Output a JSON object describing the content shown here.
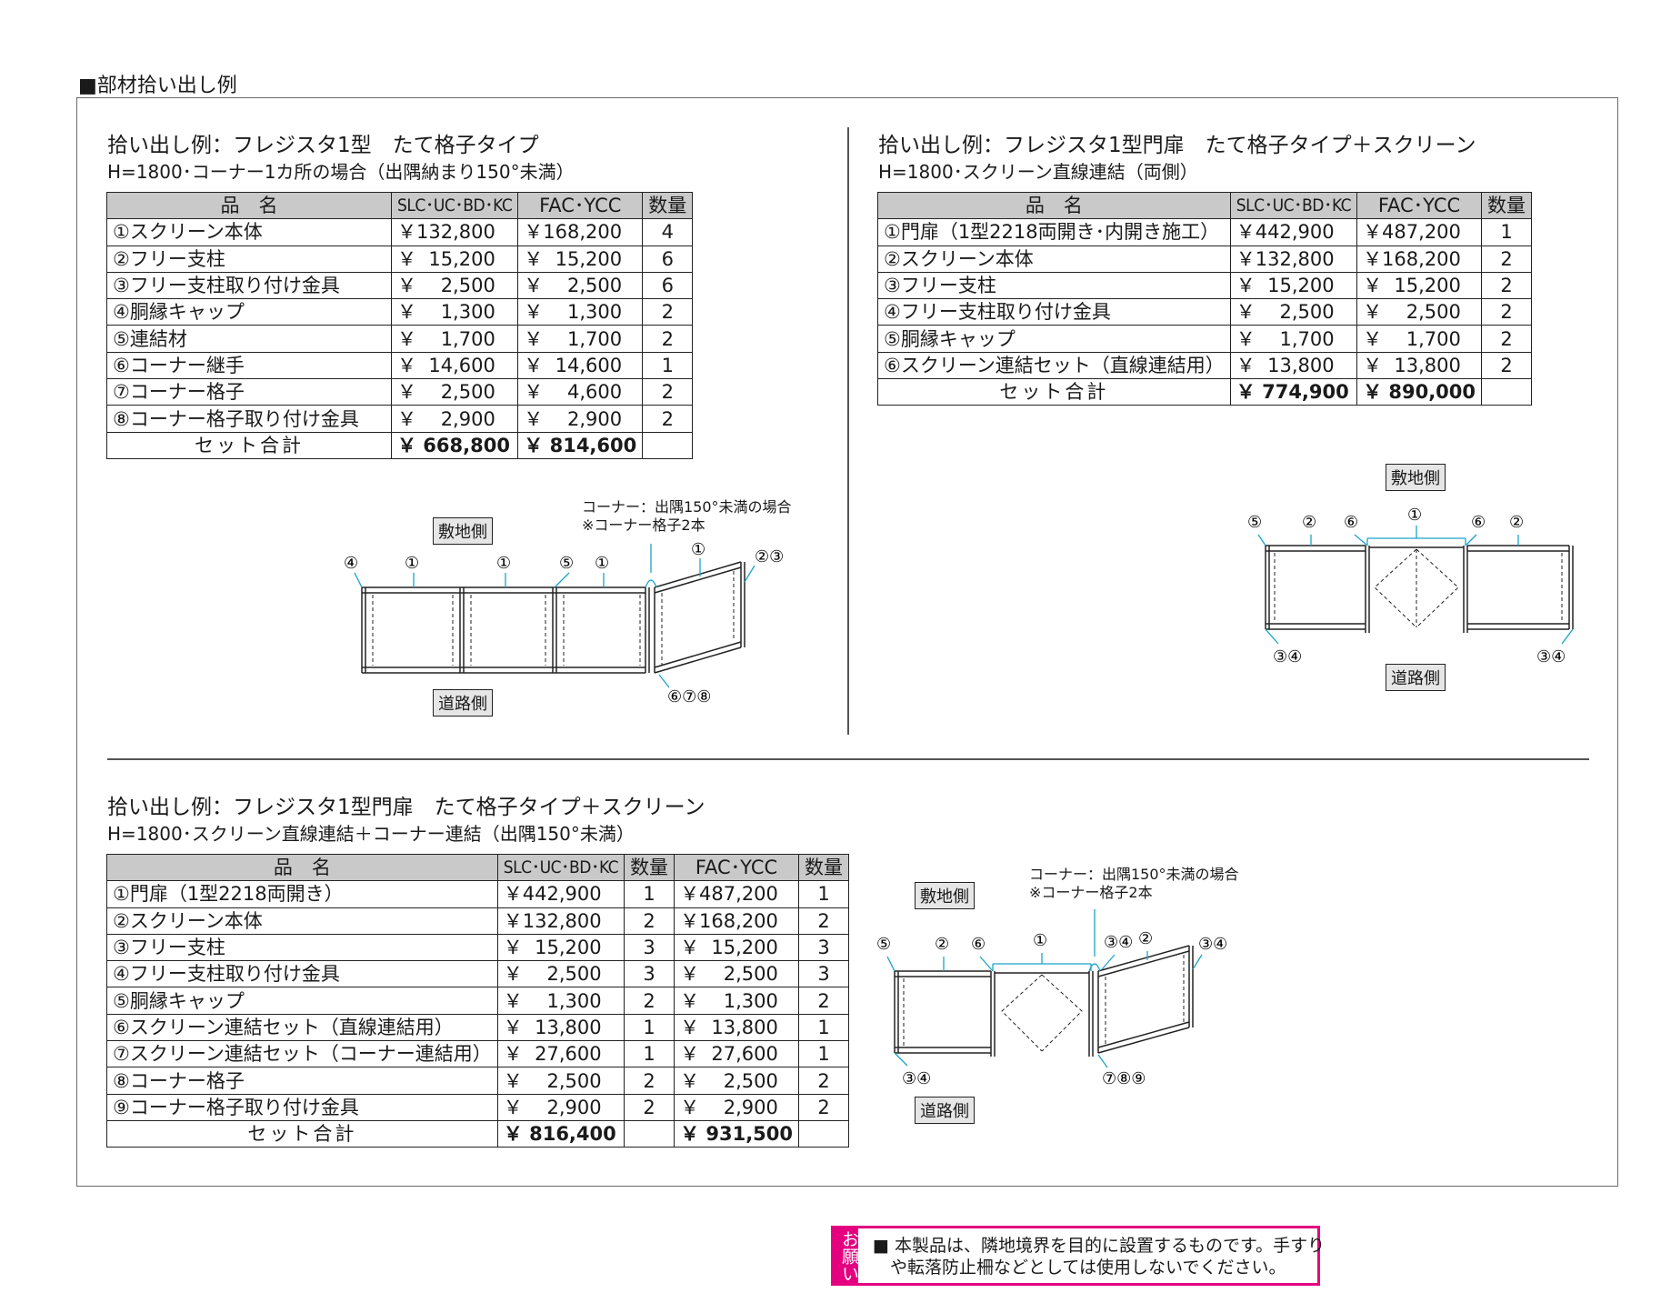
{
  "section_title": "■部材拾い出し例",
  "ex1": {
    "title": "拾い出し例：フレジスタ1型　たて格子タイプ",
    "subtitle": "H=1800･コーナー1カ所の場合（出隅納まり150°未満）",
    "headers": [
      "品　名",
      "SLC･UC･BD･KC",
      "FAC･YCC",
      "数量"
    ],
    "rows": [
      [
        "①スクリーン本体",
        "￥132,800",
        "￥168,200",
        "4"
      ],
      [
        "②フリー支柱",
        "￥  15,200",
        "￥  15,200",
        "6"
      ],
      [
        "③フリー支柱取り付け金具",
        "￥    2,500",
        "￥    2,500",
        "6"
      ],
      [
        "④胴縁キャップ",
        "￥    1,300",
        "￥    1,300",
        "2"
      ],
      [
        "⑤連結材",
        "￥    1,700",
        "￥    1,700",
        "2"
      ],
      [
        "⑥コーナー継手",
        "￥  14,600",
        "￥  14,600",
        "1"
      ],
      [
        "⑦コーナー格子",
        "￥    2,500",
        "￥    4,600",
        "2"
      ],
      [
        "⑧コーナー格子取り付け金具",
        "￥    2,900",
        "￥    2,900",
        "2"
      ]
    ],
    "total_label": "セット合計",
    "total_slc": "￥ 668,800",
    "total_fac": "￥ 814,600",
    "diagram": {
      "site_label": "敷地側",
      "road_label": "道路側",
      "note_line1": "コーナー：出隅150°未満の場合",
      "note_line2": "※コーナー格子2本",
      "callouts": [
        "④",
        "①",
        "①",
        "⑤",
        "①",
        "①",
        "②③",
        "⑥⑦⑧"
      ]
    }
  },
  "ex2": {
    "title": "拾い出し例：フレジスタ1型門扉　たて格子タイプ＋スクリーン",
    "subtitle": "H=1800･スクリーン直線連結（両側）",
    "headers": [
      "品　名",
      "SLC･UC･BD･KC",
      "FAC･YCC",
      "数量"
    ],
    "rows": [
      [
        "①門扉（1型2218両開き･内開き施工）",
        "￥442,900",
        "￥487,200",
        "1"
      ],
      [
        "②スクリーン本体",
        "￥132,800",
        "￥168,200",
        "2"
      ],
      [
        "③フリー支柱",
        "￥  15,200",
        "￥  15,200",
        "2"
      ],
      [
        "④フリー支柱取り付け金具",
        "￥    2,500",
        "￥    2,500",
        "2"
      ],
      [
        "⑤胴縁キャップ",
        "￥    1,700",
        "￥    1,700",
        "2"
      ],
      [
        "⑥スクリーン連結セット（直線連結用）",
        "￥  13,800",
        "￥  13,800",
        "2"
      ]
    ],
    "total_label": "セット合計",
    "total_slc": "￥ 774,900",
    "total_fac": "￥ 890,000",
    "diagram": {
      "site_label": "敷地側",
      "road_label": "道路側",
      "callouts": [
        "⑤",
        "②",
        "⑥",
        "①",
        "⑥",
        "②",
        "③④",
        "③④"
      ]
    }
  },
  "ex3": {
    "title": "拾い出し例：フレジスタ1型門扉　たて格子タイプ＋スクリーン",
    "subtitle": "H=1800･スクリーン直線連結＋コーナー連結（出隅150°未満）",
    "headers": [
      "品　名",
      "SLC･UC･BD･KC",
      "数量",
      "FAC･YCC",
      "数量"
    ],
    "rows": [
      [
        "①門扉（1型2218両開き）",
        "￥442,900",
        "1",
        "￥487,200",
        "1"
      ],
      [
        "②スクリーン本体",
        "￥132,800",
        "2",
        "￥168,200",
        "2"
      ],
      [
        "③フリー支柱",
        "￥  15,200",
        "3",
        "￥  15,200",
        "3"
      ],
      [
        "④フリー支柱取り付け金具",
        "￥    2,500",
        "3",
        "￥    2,500",
        "3"
      ],
      [
        "⑤胴縁キャップ",
        "￥    1,300",
        "2",
        "￥    1,300",
        "2"
      ],
      [
        "⑥スクリーン連結セット（直線連結用）",
        "￥  13,800",
        "1",
        "￥  13,800",
        "1"
      ],
      [
        "⑦スクリーン連結セット（コーナー連結用）",
        "￥  27,600",
        "1",
        "￥  27,600",
        "1"
      ],
      [
        "⑧コーナー格子",
        "￥    2,500",
        "2",
        "￥    2,500",
        "2"
      ],
      [
        "⑨コーナー格子取り付け金具",
        "￥    2,900",
        "2",
        "￥    2,900",
        "2"
      ]
    ],
    "total_label": "セット合計",
    "total_slc": "￥ 816,400",
    "total_fac": "￥ 931,500",
    "diagram": {
      "site_label": "敷地側",
      "road_label": "道路側",
      "note_line1": "コーナー：出隅150°未満の場合",
      "note_line2": "※コーナー格子2本",
      "callouts": [
        "⑤",
        "②",
        "⑥",
        "①",
        "③④",
        "②",
        "③④",
        "③④",
        "⑦⑧⑨"
      ]
    }
  },
  "notice": {
    "tag": "お願い",
    "text": "■ 本製品は、隣地境界を目的に設置するものです。手すり\n　や転落防止柵などとしては使用しないでください。"
  },
  "colors": {
    "header_bg": "#c9c9c9",
    "callout_line": "#1aa3c9",
    "notice": "#e4007f"
  }
}
